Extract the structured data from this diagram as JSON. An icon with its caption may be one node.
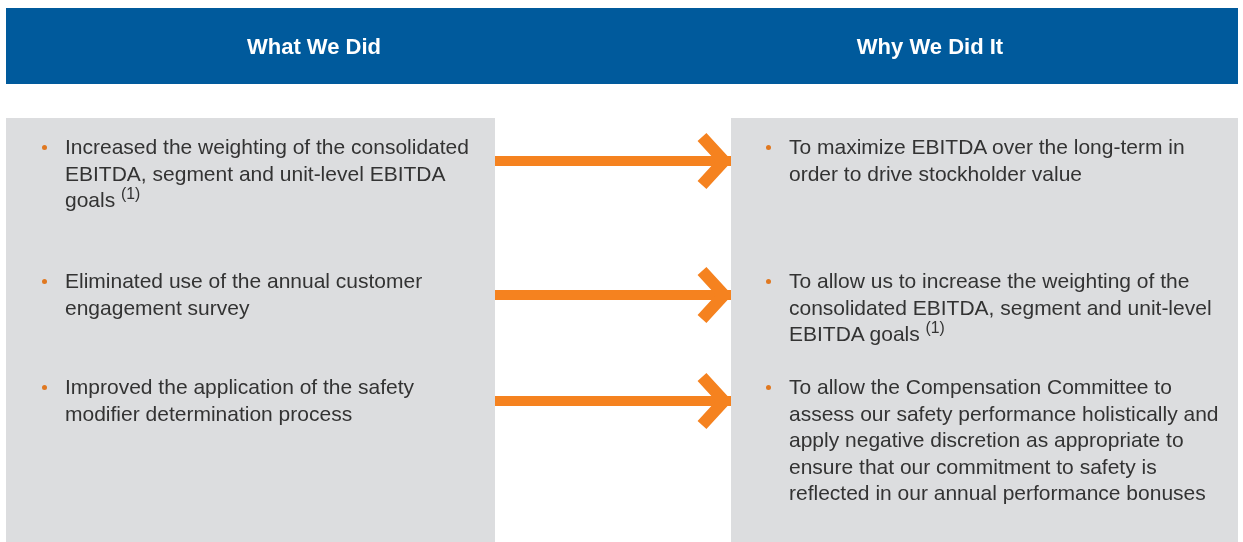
{
  "diagram": {
    "nodes": [
      {
        "text": [
          "What We Did",
          "Why We Did It"
        ]
      },
      {
        "text": [],
        "shape": "box"
      },
      {
        "text": [
          "Increased the weighting of the consolidated EBITDA, segment and unit-level EBITDA goals $^{(1)}$"
        ],
        "in": 1
      },
      {
        "text": [
          "Eliminated use of the annual customer engagement survey"
        ],
        "in": 1
      },
      {
        "text": [
          "Improved the application of the safety modifier determination process"
        ],
        "in": 1
      },
      {
        "text": [],
        "shape": "box"
      },
      {
        "text": [
          "To maximize EBITDA over the long-term in order to drive stockholder value"
        ],
        "in": 5
      },
      {
        "text": [
          "To allow us to increase the weighting of the consolidated EBITDA, segment and unit-level EBITDA goals $^{(1)}$"
        ],
        "in": 5
      },
      {
        "text": [
          "To allow the Compensation Committee to assess our safety performance holistically and apply negative discretion as appropriate to ensure that our commitment to safety is reflected in our annual performance bonuses"
        ],
        "in": 5
      }
    ],
    "edges": [
      {
        "from": 2,
        "to": 6,
        "arrow": "to"
      },
      {
        "from": 3,
        "to": 7,
        "arrow": "to"
      },
      {
        "from": 4,
        "to": 8,
        "arrow": "to"
      }
    ]
  }
}
